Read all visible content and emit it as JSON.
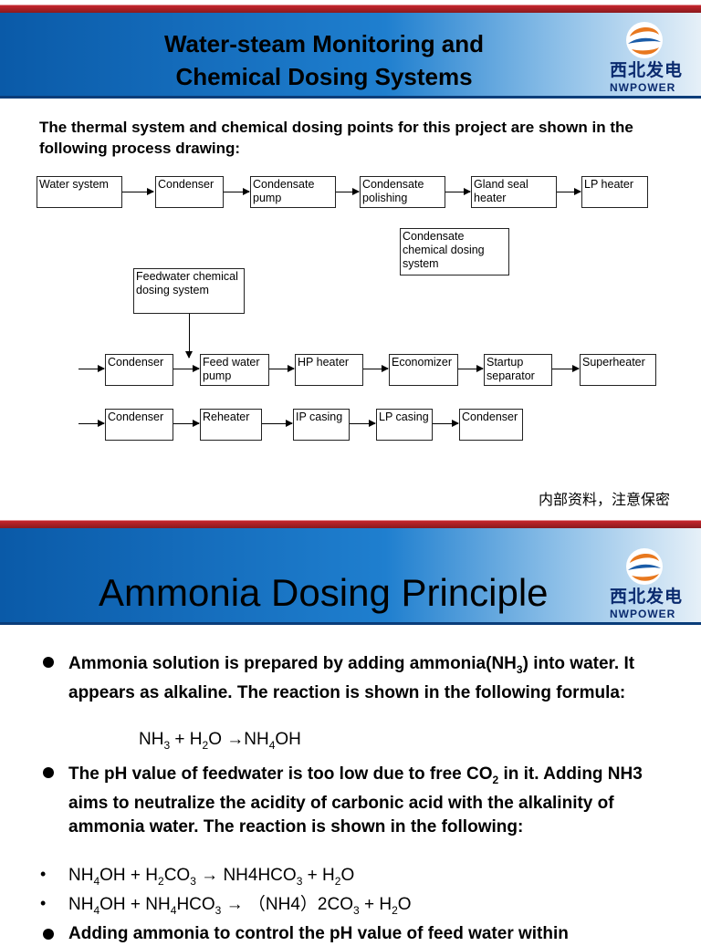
{
  "slide1": {
    "title_line1": "Water-steam Monitoring and",
    "title_line2": "Chemical Dosing Systems",
    "logo_cn": "西北发电",
    "logo_en": "NWPOWER",
    "intro": "The thermal system and chemical dosing points for this project are shown in the following process drawing:",
    "row1": [
      "Water system",
      "Condenser",
      "Condensate pump",
      "Condensate polishing",
      "Gland seal heater",
      "LP heater"
    ],
    "condensate_dosing": "Condensate chemical dosing system",
    "feedwater_dosing": "Feedwater chemical dosing system",
    "row2": [
      "Condenser",
      "Feed water pump",
      "HP heater",
      "Economizer",
      "Startup separator",
      "Superheater"
    ],
    "row3": [
      "Condenser",
      "Reheater",
      "IP casing",
      "LP casing",
      "Condenser"
    ],
    "confidential": "内部资料，注意保密"
  },
  "slide2": {
    "title": "Ammonia Dosing Principle",
    "logo_cn": "西北发电",
    "logo_en": "NWPOWER",
    "bullet1": {
      "text_a": "Ammonia solution is prepared by adding ammonia(NH",
      "sub_a": "3",
      "text_b": ") into water. It appears as alkaline. The reaction is shown in the following formula:"
    },
    "formula1": {
      "p1": "NH",
      "s1": "3",
      "p2": " + H",
      "s2": "2",
      "p3": "O →NH",
      "s3": "4",
      "p4": "OH"
    },
    "bullet2": {
      "text_a": "The pH value of feedwater is too low due to free CO",
      "sub_a": "2",
      "text_b": " in it. Adding NH3 aims to neutralize the acidity of carbonic acid with the alkalinity of ammonia water. The reaction is shown in the following:"
    },
    "eq1": {
      "p1": "NH",
      "s1": "4",
      "p2": "OH + H",
      "s2": "2",
      "p3": "CO",
      "s3": "3",
      "p4": " → NH4HCO",
      "s4": "3",
      "p5": " + H",
      "s5": "2",
      "p6": "O"
    },
    "eq2": {
      "p1": "NH",
      "s1": "4",
      "p2": "OH + NH",
      "s2": "4",
      "p3": "HCO",
      "s3": "3",
      "p4": " → （NH4）2CO",
      "s4": "3",
      "p5": " + H",
      "s5": "2",
      "p6": "O"
    },
    "bullet3": "Adding ammonia to control the pH value of feed water within"
  }
}
